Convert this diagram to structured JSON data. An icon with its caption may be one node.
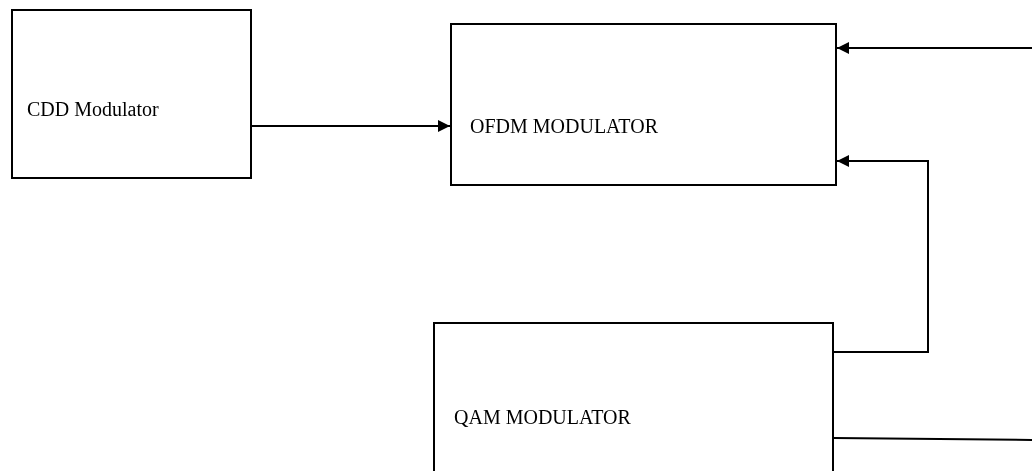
{
  "diagram": {
    "nodes": [
      {
        "text": [
          "CDD Modulator"
        ]
      },
      {
        "text": [
          "OFDM MODULATOR"
        ]
      },
      {
        "text": [
          "QAM MODULATOR"
        ]
      }
    ],
    "edges": [
      {
        "from": 0,
        "to": 1,
        "arrow": "to"
      },
      {
        "from": null,
        "to": 1,
        "arrow": "to"
      },
      {
        "from": 2,
        "to": 1,
        "arrow": "to"
      },
      {
        "from": 2,
        "to": null,
        "arrow": "none"
      }
    ]
  }
}
